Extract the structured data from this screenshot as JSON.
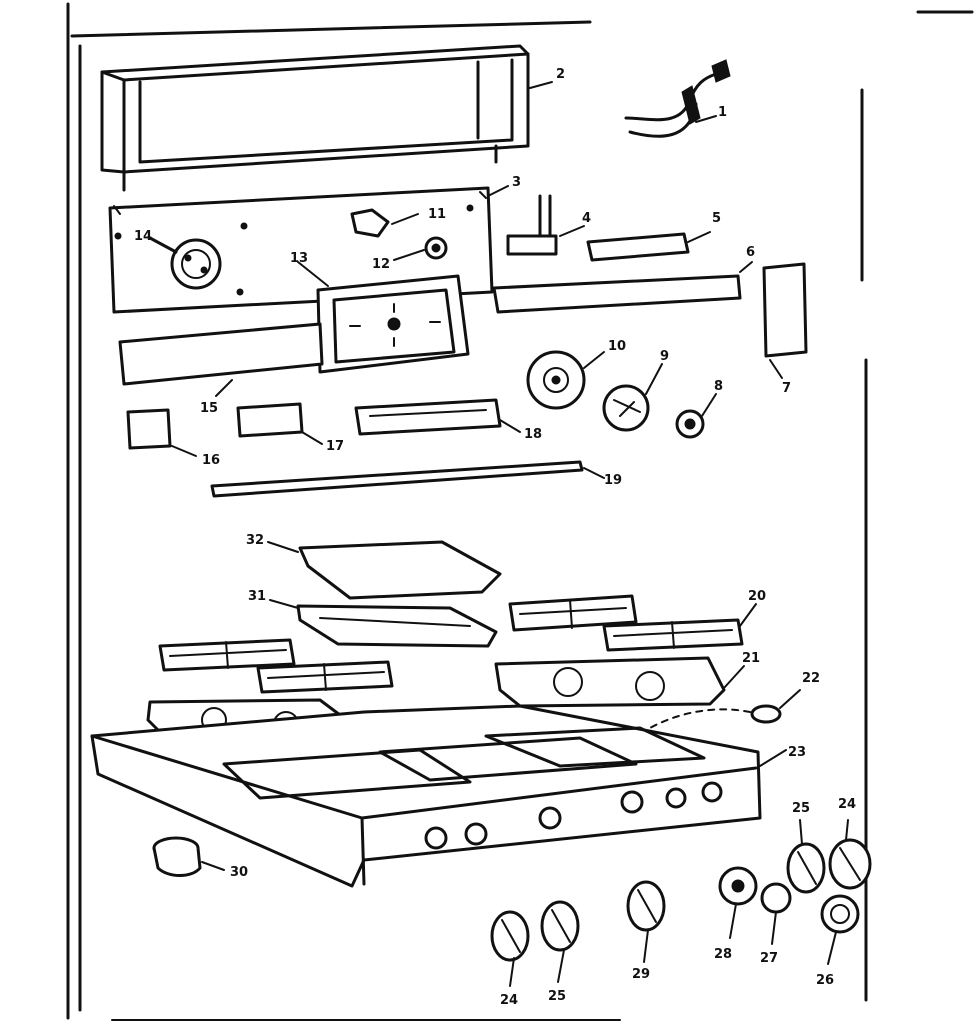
{
  "diagram": {
    "callouts": [
      "1",
      "2",
      "3",
      "4",
      "5",
      "6",
      "7",
      "8",
      "9",
      "10",
      "11",
      "12",
      "13",
      "14",
      "15",
      "16",
      "17",
      "18",
      "19",
      "20",
      "21",
      "22",
      "23",
      "24",
      "25",
      "26",
      "27",
      "28",
      "29",
      "30",
      "31",
      "32",
      "24",
      "25"
    ]
  }
}
